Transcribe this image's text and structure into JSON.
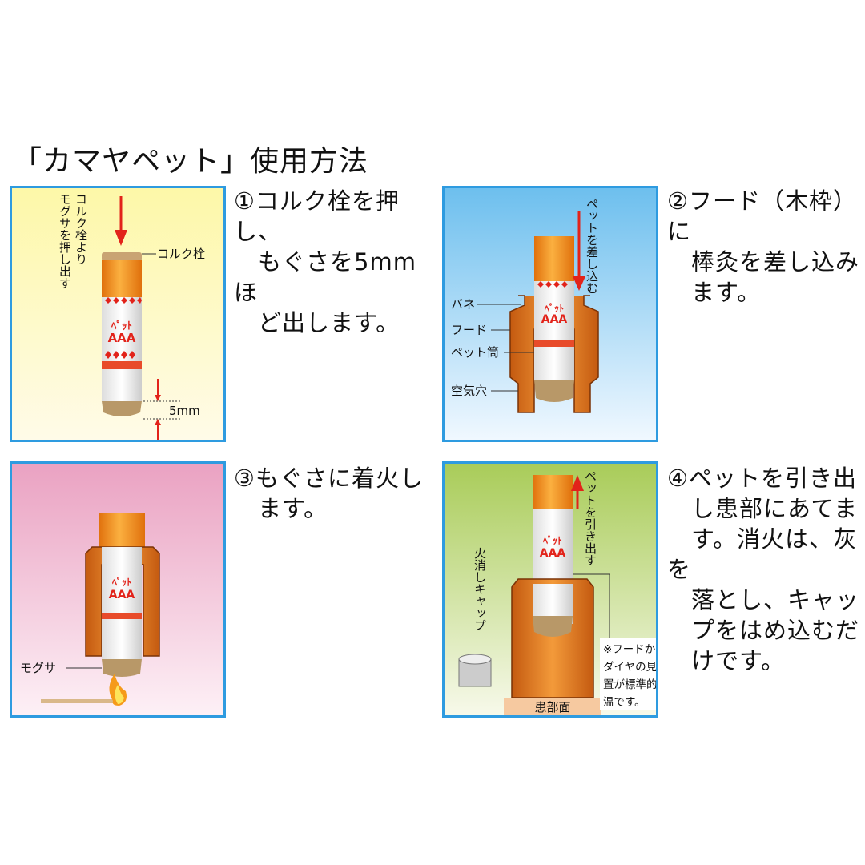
{
  "title": "「カマヤペット」使用方法",
  "colors": {
    "frame": "#2e9be0",
    "orange": "#f08a1c",
    "wood": "#d9701c",
    "red": "#e2231a"
  },
  "steps": [
    {
      "lines": [
        "①コルク栓を押し、",
        "　もぐさを5mmほ",
        "　ど出します。"
      ]
    },
    {
      "lines": [
        "②フード（木枠）に",
        "　棒灸を差し込み",
        "　ます。"
      ]
    },
    {
      "lines": [
        "③もぐさに着火し",
        "　ます。"
      ]
    },
    {
      "lines": [
        "④ペットを引き出",
        "　し患部にあてま",
        "　す。消火は、灰を",
        "　落とし、キャッ",
        "　プをはめ込むだ",
        "　けです。"
      ]
    }
  ],
  "panel1": {
    "arrow_label": "コルク栓より\nモグサを押し出す",
    "arrow_label_lines": [
      "コルク栓より",
      "モグサを押し出す"
    ],
    "cork_label": "コルク栓",
    "gap_label": "5mm"
  },
  "panel2": {
    "arrow_label": "ペットを差し込む",
    "spring_label": "バネ",
    "hood_label": "フード",
    "tube_label": "ペット筒",
    "air_label": "空気穴"
  },
  "panel3": {
    "mogusa_label": "モグサ"
  },
  "panel4": {
    "arrow_label": "ペットを引き出す",
    "cap_label": "火消しキャップ",
    "skin_label": "患部面",
    "note_lines": [
      "※フードから赤い",
      "ダイヤの見える位",
      "置が標準的な適",
      "温です。"
    ]
  },
  "brand_mark": "ペット AAA"
}
